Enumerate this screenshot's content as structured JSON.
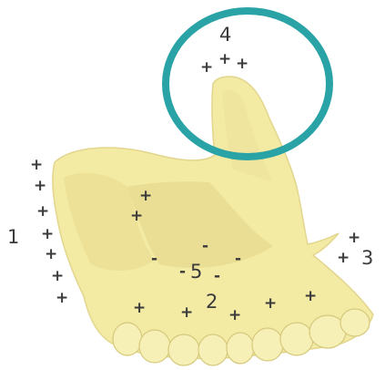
{
  "colors": {
    "bone": "#F3EAA4",
    "bone_shadow": "#D9CC78",
    "highlight_ring": "#2AA3A6",
    "marker_text": "#3a3a3a"
  },
  "labels": {
    "one": "1",
    "two": "2",
    "three": "3",
    "four": "4",
    "five": "5"
  },
  "signs": {
    "plus": "+",
    "minus": "-"
  }
}
